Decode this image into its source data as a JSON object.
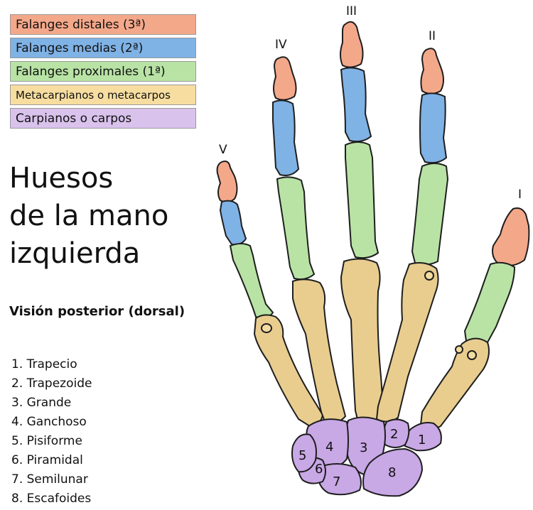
{
  "legend": [
    {
      "label": "Falanges distales (3ª)",
      "color": "#f4a88a"
    },
    {
      "label": "Falanges medias (2ª)",
      "color": "#7fb2e5"
    },
    {
      "label": "Falanges proximales (1ª)",
      "color": "#b8e3a5"
    },
    {
      "label": "Metacarpianos o metacarpos",
      "color": "#f7dda0"
    },
    {
      "label": "Carpianos o carpos",
      "color": "#d9c2ec"
    }
  ],
  "title": {
    "line1": "Huesos",
    "line2": "de la mano",
    "line3": "izquierda"
  },
  "subtitle": "Visión posterior (dorsal)",
  "bones": [
    "1. Trapecio",
    "2. Trapezoide",
    "3. Grande",
    "4. Ganchoso",
    "5. Pisiforme",
    "6. Piramidal",
    "7. Semilunar",
    "8. Escafoides"
  ],
  "digits": {
    "d1": "I",
    "d2": "II",
    "d3": "III",
    "d4": "IV",
    "d5": "V"
  },
  "carpal_numbers": [
    "1",
    "2",
    "3",
    "4",
    "5",
    "6",
    "7",
    "8"
  ],
  "colors": {
    "distal": "#f4a88a",
    "media": "#7fb2e5",
    "proximal": "#b8e3a5",
    "metacarpal": "#e9cd8f",
    "carpal": "#c9a8e6"
  }
}
